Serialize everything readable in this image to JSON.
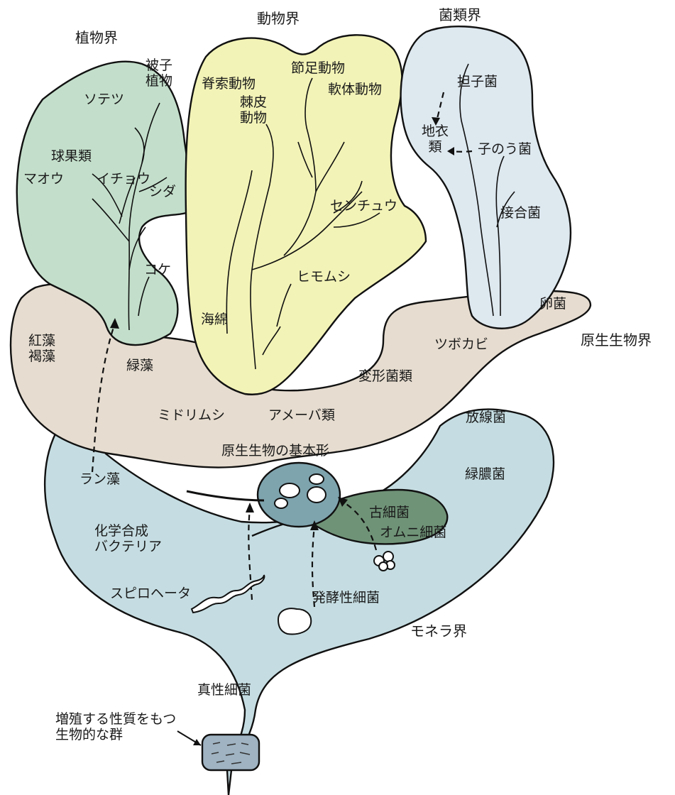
{
  "kingdoms": {
    "plantae": "植物界",
    "animalia": "動物界",
    "fungi": "菌類界",
    "protista": "原生生物界",
    "monera": "モネラ界"
  },
  "plants": {
    "angiosperms": "被子\n植物",
    "cycads": "ソテツ",
    "conifers": "球果類",
    "ephedra": "マオウ",
    "ginkgo": "イチョウ",
    "ferns": "シダ",
    "mosses": "コケ"
  },
  "animals": {
    "chordates": "脊索動物",
    "echinoderms": "棘皮\n動物",
    "arthropods": "節足動物",
    "mollusks": "軟体動物",
    "annelids": "センチュウ",
    "nemertea": "ヒモムシ",
    "sponges": "海綿"
  },
  "fungi": {
    "basidiomycetes": "担子菌",
    "lichens": "地衣\n類",
    "ascomycetes": "子のう菌",
    "zygomycetes": "接合菌"
  },
  "protists": {
    "oomycetes": "卵菌",
    "chytrids": "ツボカビ",
    "red_brown_algae": "紅藻\n褐藻",
    "green_algae": "緑藻",
    "slime_molds": "変形菌類",
    "euglena": "ミドリムシ",
    "amoebae": "アメーバ類",
    "basic_form": "原生生物の基本形"
  },
  "monera": {
    "actinomycetes": "放線菌",
    "cyanobacteria": "ラン藻",
    "green_sulfur": "緑膿菌",
    "chemosynthetic": "化学合成\nバクテリア",
    "omnibacteria": "オムニ細菌",
    "spirochetes": "スピロヘータ",
    "fermenting": "発酵性細菌"
  },
  "root": {
    "eubacteria": "真性細菌",
    "archaea": "古細菌",
    "proliferating": "増殖する性質をもつ\n生物的な群"
  },
  "colors": {
    "plantae": "#c3dfcb",
    "animalia": "#f2f3b6",
    "fungi": "#dde8ef",
    "protista": "#e6dccf",
    "monera": "#c5dde2",
    "archaea": "#6f9377",
    "basic_form": "#7ea4ae",
    "origin": "#9fb3c2"
  }
}
